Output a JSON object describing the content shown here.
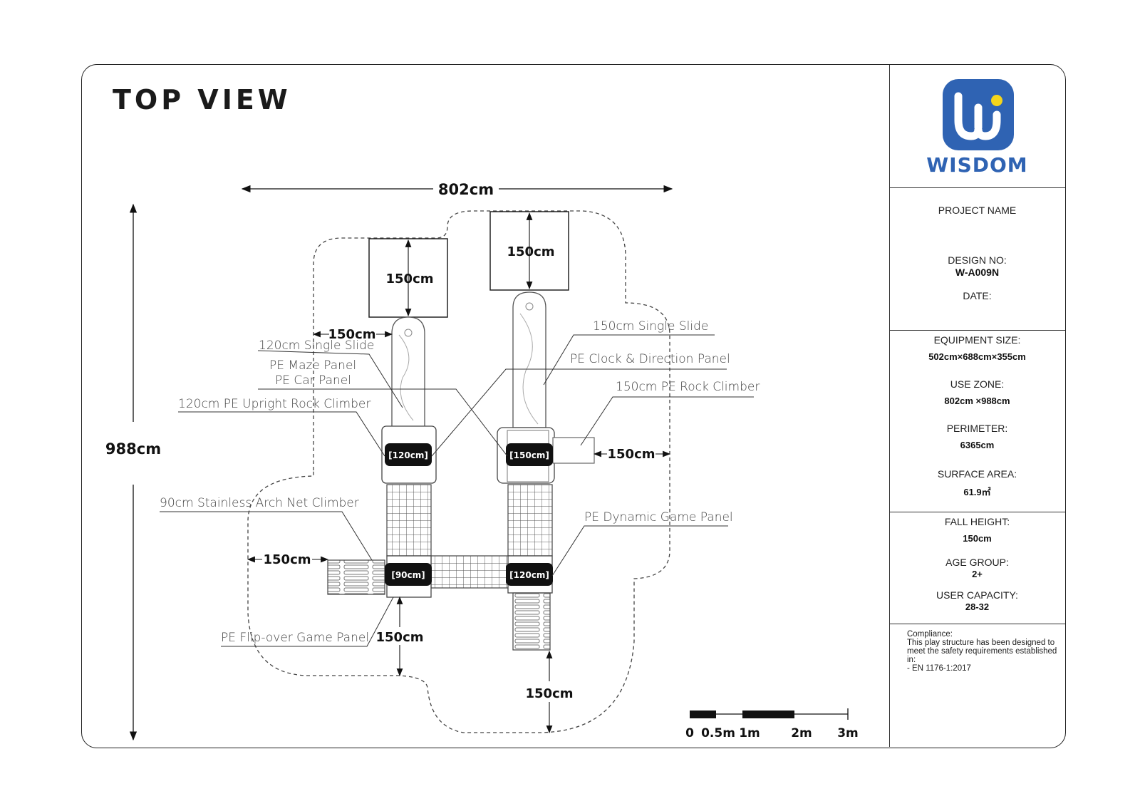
{
  "title": "TOP VIEW",
  "brand": {
    "name": "WISDOM",
    "colors": {
      "primary": "#2f63b3",
      "dot": "#f4d51c"
    }
  },
  "info": {
    "project_name_label": "PROJECT NAME",
    "design_no_label": "DESIGN NO:",
    "design_no": "W-A009N",
    "date_label": "DATE:",
    "equipment_size_label": "EQUIPMENT SIZE:",
    "equipment_size": "502cm×688cm×355cm",
    "use_zone_label": "USE ZONE:",
    "use_zone": "802cm ×988cm",
    "perimeter_label": "PERIMETER:",
    "perimeter": "6365cm",
    "surface_area_label": "SURFACE AREA:",
    "surface_area": "61.9㎡",
    "fall_height_label": "FALL HEIGHT:",
    "fall_height": "150cm",
    "age_group_label": "AGE GROUP:",
    "age_group": "2+",
    "user_capacity_label": "USER CAPACITY:",
    "user_capacity": "28-32"
  },
  "compliance": {
    "heading": "Compliance:",
    "text": "This play structure has been designed to meet the safety requirements established in:",
    "standard": "-    EN 1176-1:2017"
  },
  "dimensions": {
    "width": "802cm",
    "height": "988cm",
    "left_slide_zone": "150cm",
    "right_slide_zone": "150cm",
    "left_gap": "150cm",
    "rock_climber_zone": "150cm",
    "arch_net_zone": "150cm",
    "flip_panel_zone": "150cm",
    "bottom_zone": "150cm"
  },
  "tower_tags": {
    "top_left": "[120cm]",
    "top_right": "[150cm]",
    "bottom_left": "[90cm]",
    "bottom_right": "[120cm]"
  },
  "labels": {
    "single_slide_120": "120cm Single Slide",
    "maze_panel": "PE Maze Panel",
    "car_panel": "PE Car Panel",
    "upright_rock_climber": "120cm PE Upright Rock Climber",
    "single_slide_150": "150cm Single Slide",
    "clock_panel": "PE Clock & Direction Panel",
    "rock_climber_150": "150cm PE Rock Climber",
    "arch_net_climber": "90cm Stainless Arch Net Climber",
    "dynamic_game_panel": "PE Dynamic Game Panel",
    "flip_over_panel": "PE Flip-over Game Panel"
  },
  "scale_bar": {
    "labels": [
      "0",
      "0.5m",
      "1m",
      "2m",
      "3m"
    ]
  }
}
